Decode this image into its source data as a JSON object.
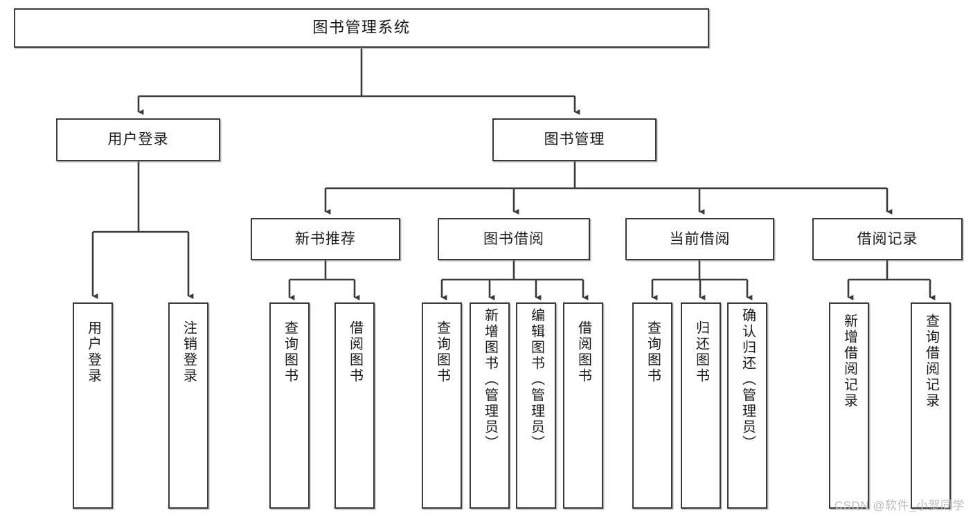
{
  "diagram": {
    "title": "图书管理系统",
    "type": "tree",
    "watermark": "CSDN @软件_小贺同学",
    "colors": {
      "box_border": "#3a3a3a",
      "box_fill": "#ffffff",
      "edge": "#3a3a3a",
      "text": "#1a1a1a",
      "watermark": "#bcbcbc",
      "background": "#ffffff"
    },
    "root": {
      "label": "图书管理系统"
    },
    "level2": [
      {
        "label": "用户登录"
      },
      {
        "label": "图书管理"
      }
    ],
    "level3": [
      {
        "label": "新书推荐"
      },
      {
        "label": "图书借阅"
      },
      {
        "label": "当前借阅"
      },
      {
        "label": "借阅记录"
      }
    ],
    "leaves": {
      "user_login": [
        {
          "label": "用户登录"
        },
        {
          "label": "注销登录"
        }
      ],
      "new_book_recommend": [
        {
          "label": "查询图书"
        },
        {
          "label": "借阅图书"
        }
      ],
      "book_borrow": [
        {
          "label": "查询图书"
        },
        {
          "label": "新增图书（管理员）"
        },
        {
          "label": "编辑图书（管理员）"
        },
        {
          "label": "借阅图书"
        }
      ],
      "current_borrow": [
        {
          "label": "查询图书"
        },
        {
          "label": "归还图书"
        },
        {
          "label": "确认归还（管理员）"
        }
      ],
      "borrow_record": [
        {
          "label": "新增借阅记录"
        },
        {
          "label": "查询借阅记录"
        }
      ]
    }
  }
}
